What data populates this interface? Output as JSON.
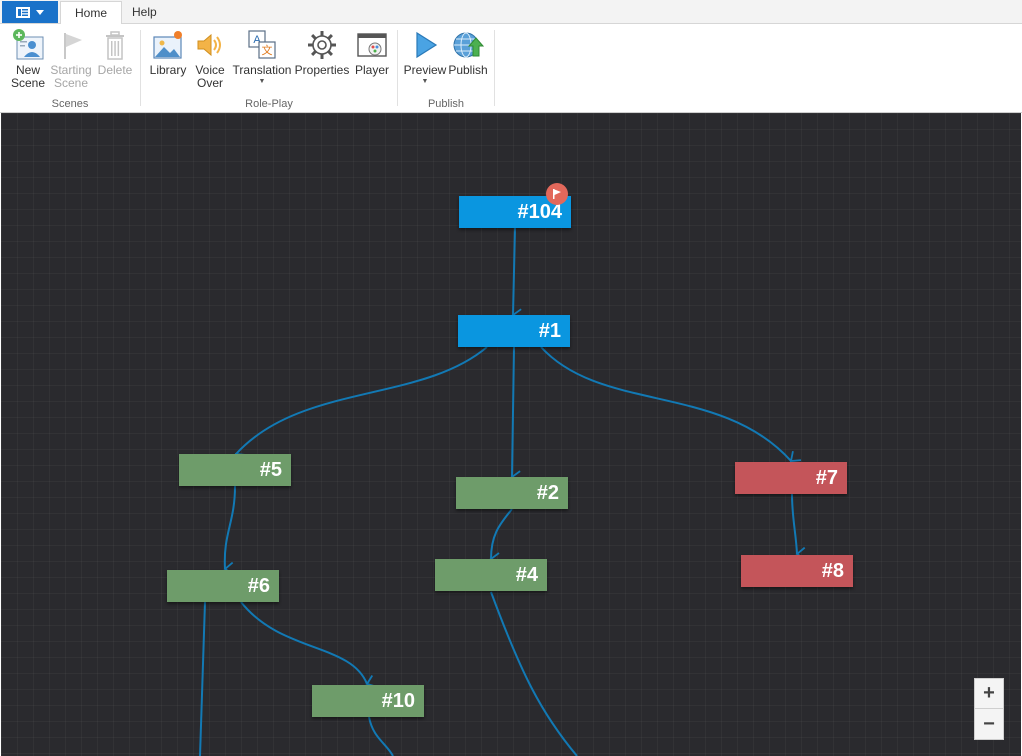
{
  "tabs": {
    "home": "Home",
    "help": "Help"
  },
  "ribbon": {
    "scenes": {
      "label": "Scenes",
      "new_scene": "New\nScene",
      "starting_scene": "Starting\nScene",
      "delete": "Delete"
    },
    "roleplay": {
      "label": "Role-Play",
      "library": "Library",
      "voice_over": "Voice\nOver",
      "translation": "Translation",
      "properties": "Properties",
      "player": "Player"
    },
    "publish": {
      "label": "Publish",
      "preview": "Preview",
      "publish": "Publish"
    }
  },
  "colors": {
    "blue_node": "#0a96e0",
    "green_node": "#6e9c6a",
    "red_node": "#c4555a",
    "edge": "#1279b4",
    "canvas": "#2a2a2e"
  },
  "nodes": {
    "n104": "#104",
    "n1": "#1",
    "n5": "#5",
    "n2": "#2",
    "n7": "#7",
    "n6": "#6",
    "n4": "#4",
    "n8": "#8",
    "n10": "#10"
  },
  "zoom": {
    "in": "+",
    "out": "−"
  }
}
